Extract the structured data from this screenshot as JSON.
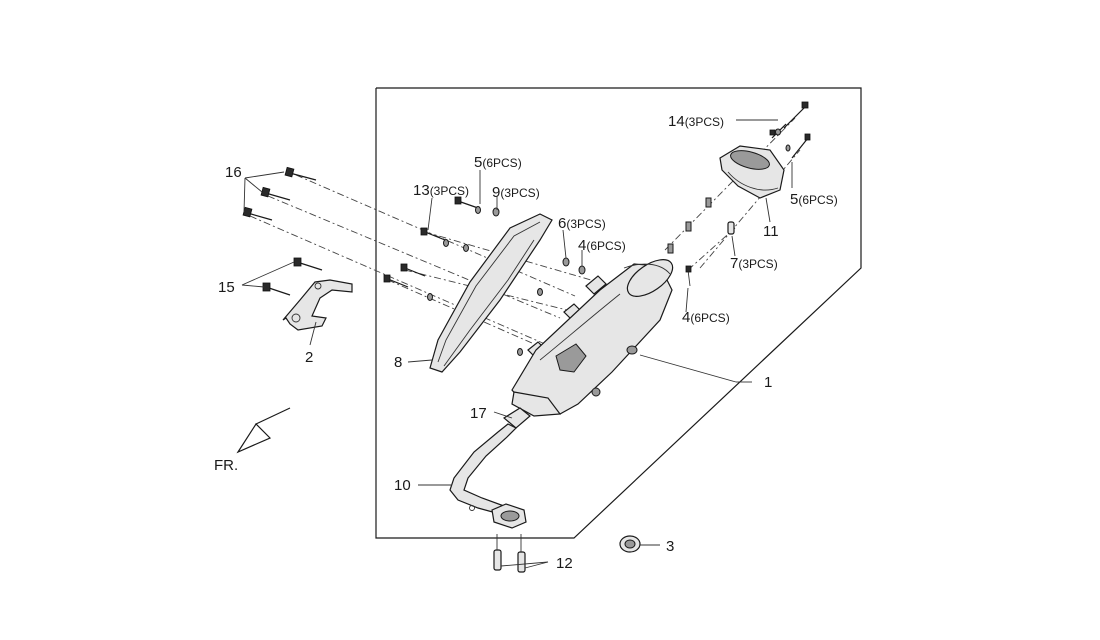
{
  "callouts": [
    {
      "num": "1",
      "qty": ""
    },
    {
      "num": "2",
      "qty": ""
    },
    {
      "num": "3",
      "qty": ""
    },
    {
      "num": "4",
      "qty": "(6PCS)"
    },
    {
      "num": "4",
      "qty": "(6PCS)"
    },
    {
      "num": "5",
      "qty": "(6PCS)"
    },
    {
      "num": "5",
      "qty": "(6PCS)"
    },
    {
      "num": "6",
      "qty": "(3PCS)"
    },
    {
      "num": "7",
      "qty": "(3PCS)"
    },
    {
      "num": "8",
      "qty": ""
    },
    {
      "num": "9",
      "qty": "(3PCS)"
    },
    {
      "num": "10",
      "qty": ""
    },
    {
      "num": "11",
      "qty": ""
    },
    {
      "num": "12",
      "qty": ""
    },
    {
      "num": "13",
      "qty": "(3PCS)"
    },
    {
      "num": "14",
      "qty": "(3PCS)"
    },
    {
      "num": "15",
      "qty": ""
    },
    {
      "num": "16",
      "qty": ""
    },
    {
      "num": "17",
      "qty": ""
    }
  ],
  "front_indicator": "FR."
}
